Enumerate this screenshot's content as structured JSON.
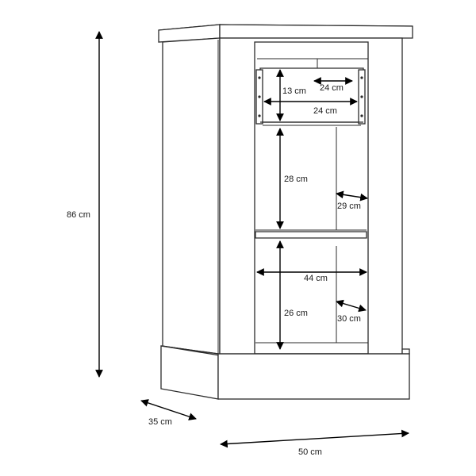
{
  "dimensions": {
    "height": "86 cm",
    "depth": "35 cm",
    "width": "50 cm",
    "drawer_height": "13 cm",
    "drawer_width_top": "24 cm",
    "drawer_width_bottom": "24 cm",
    "upper_shelf_height": "28 cm",
    "upper_shelf_depth": "29 cm",
    "inner_width": "44 cm",
    "lower_shelf_height": "26 cm",
    "lower_shelf_depth": "30 cm"
  },
  "colors": {
    "line": "#2b2b2b",
    "arrow": "#000000",
    "background": "#ffffff"
  }
}
